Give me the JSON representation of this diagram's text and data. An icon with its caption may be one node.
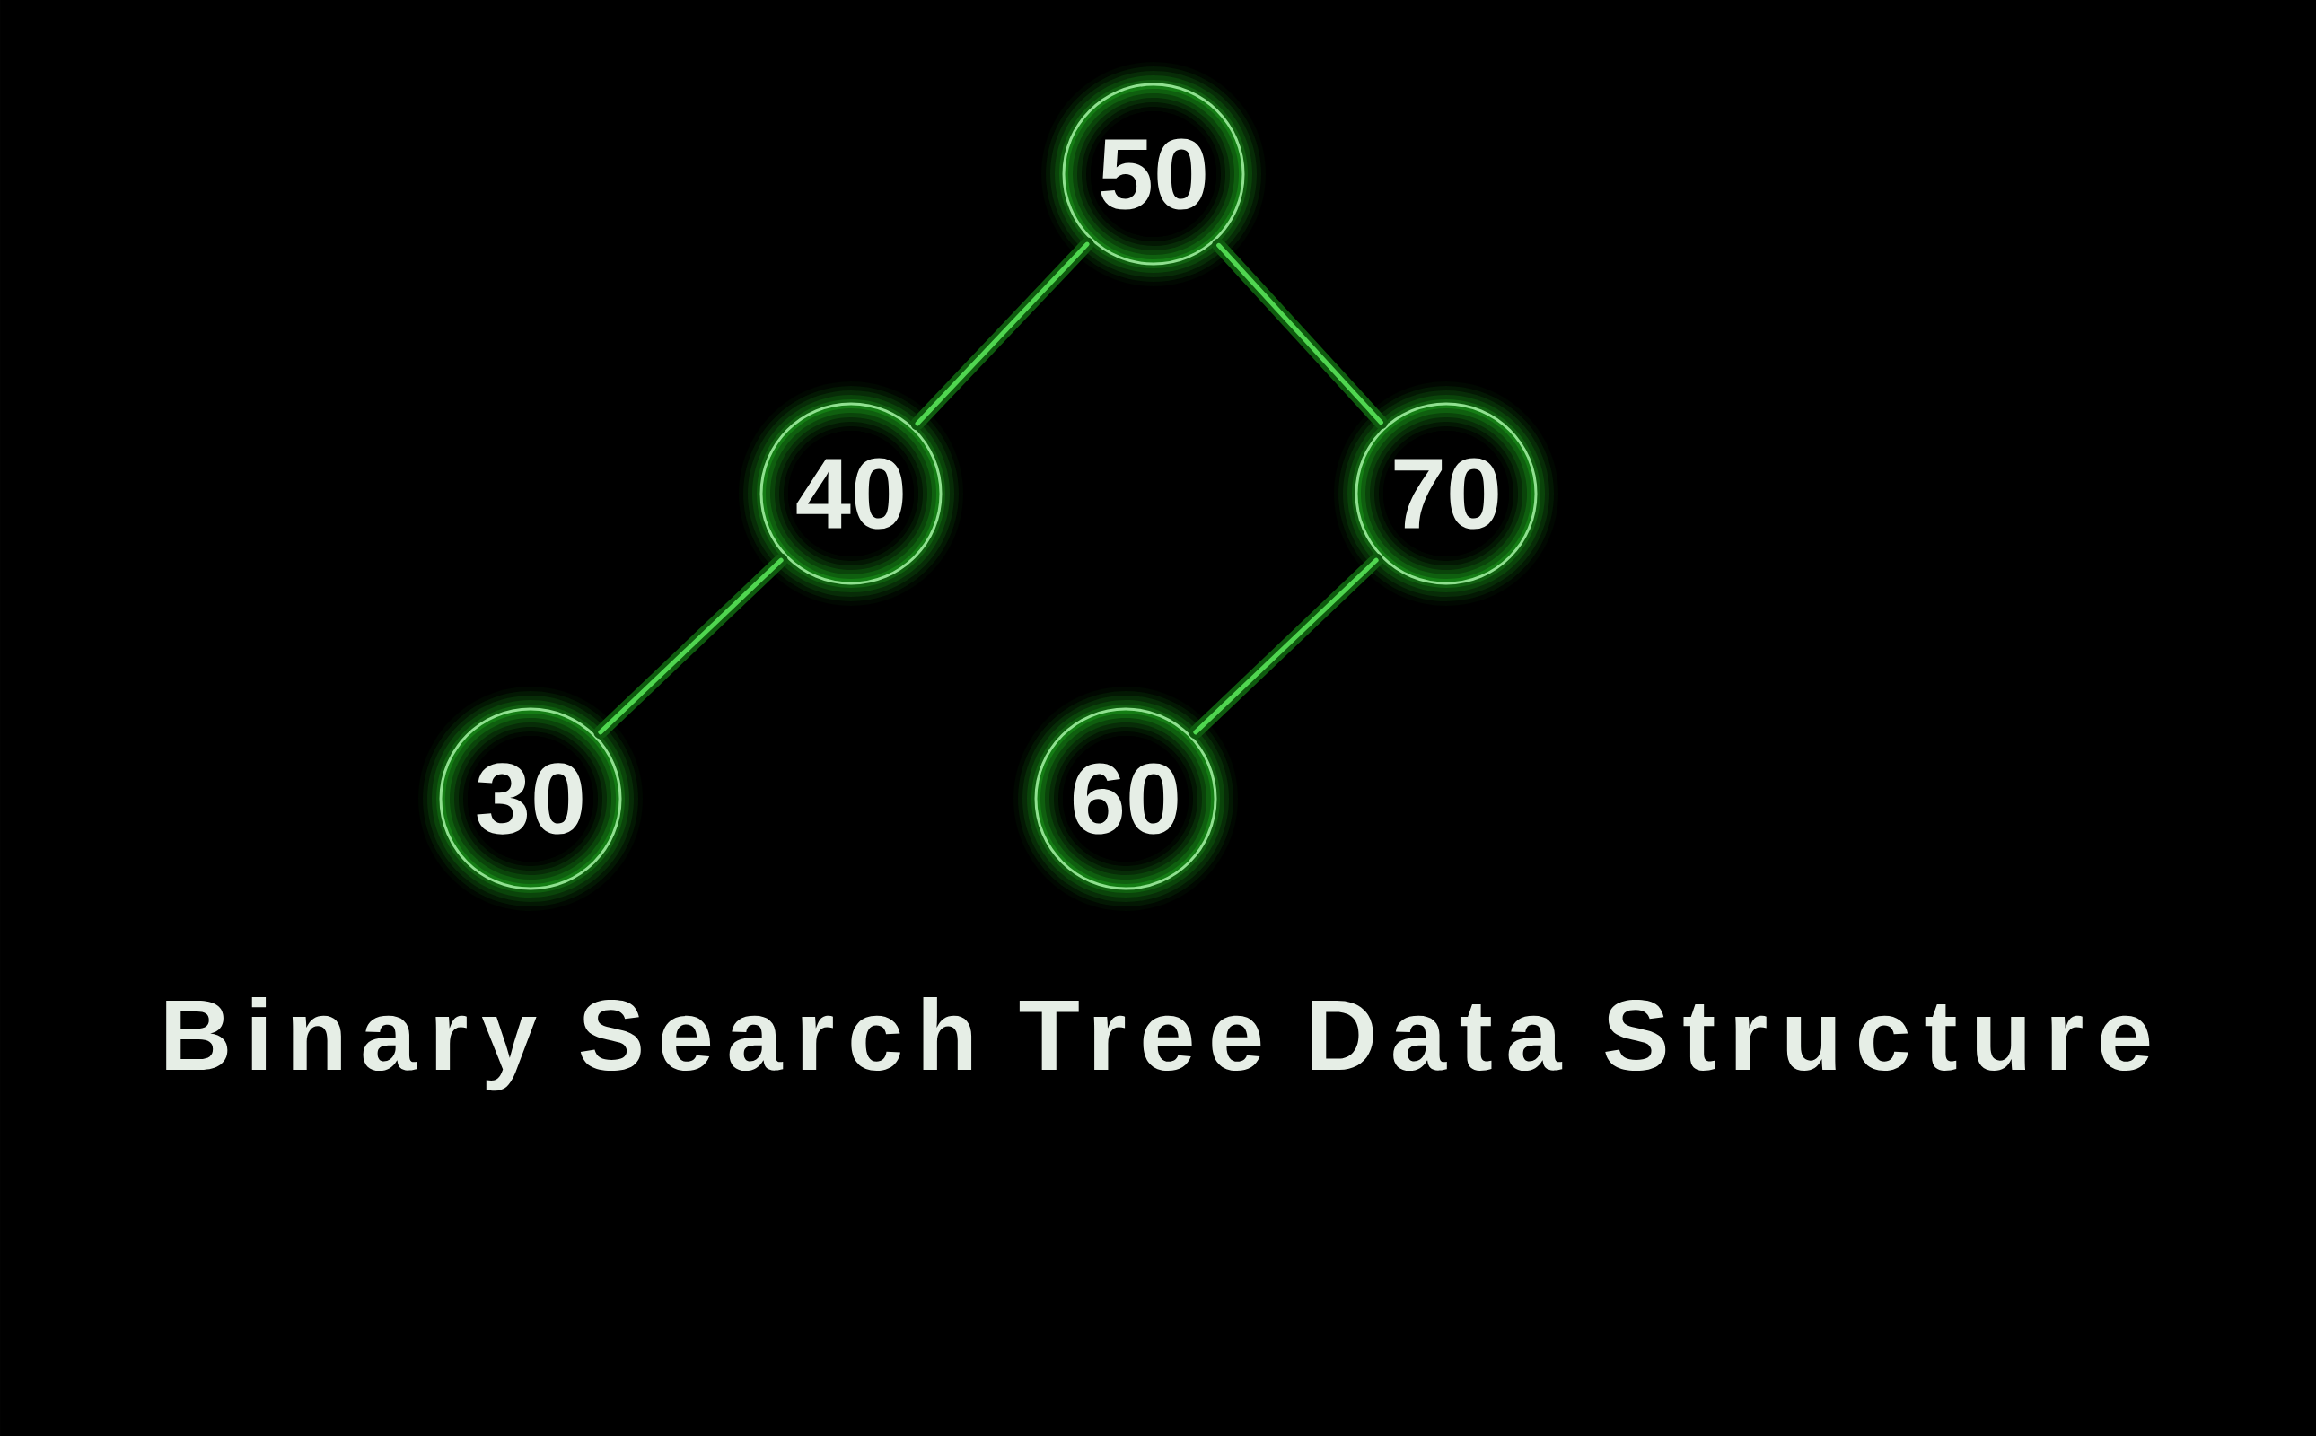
{
  "diagram": {
    "title": "Binary Search Tree Data Structure",
    "nodes": [
      {
        "text": [
          "50"
        ]
      },
      {
        "text": [
          "40"
        ]
      },
      {
        "text": [
          "70"
        ]
      },
      {
        "text": [
          "30"
        ]
      },
      {
        "text": [
          "60"
        ]
      }
    ],
    "edges": [
      {
        "from": 0,
        "to": 1,
        "arrow": "none"
      },
      {
        "from": 0,
        "to": 2,
        "arrow": "none"
      },
      {
        "from": 1,
        "to": 3,
        "arrow": "none"
      },
      {
        "from": 2,
        "to": 4,
        "arrow": "none"
      }
    ]
  }
}
